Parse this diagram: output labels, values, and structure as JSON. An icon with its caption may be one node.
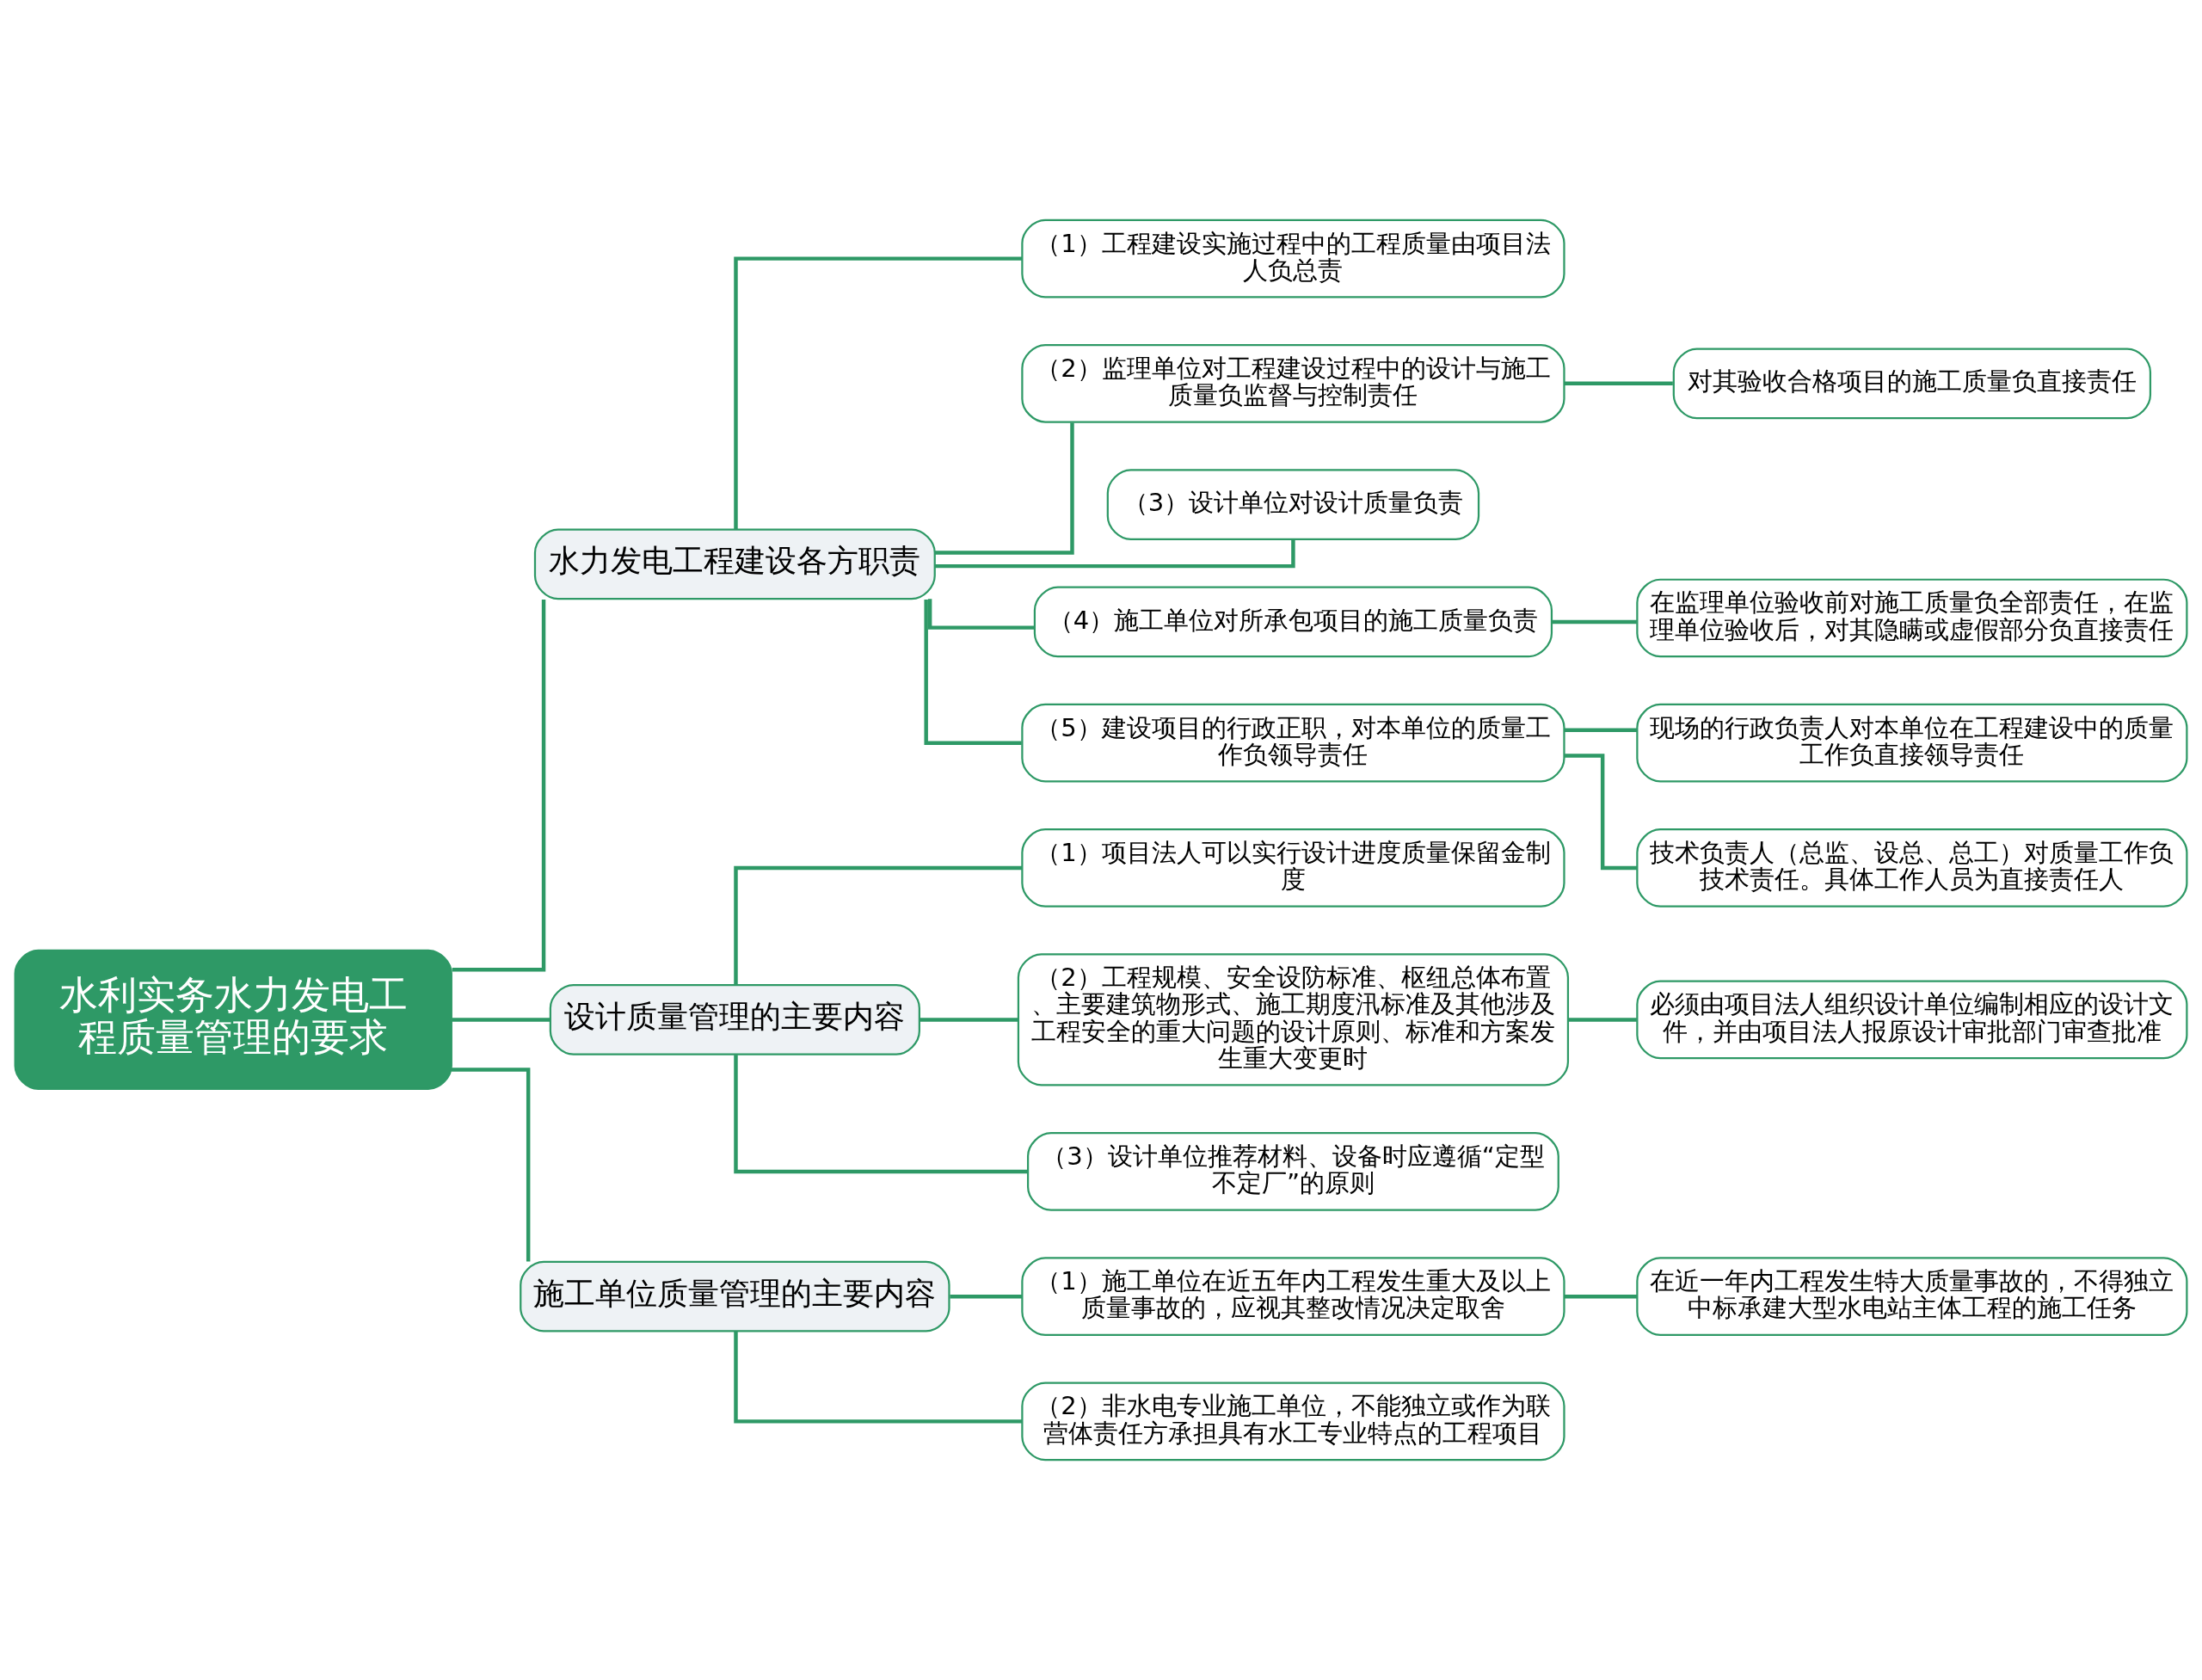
{
  "diagram": {
    "nodes": [
      {
        "text": [
          "水利实务水力发电工程质量管理的要求"
        ]
      },
      {
        "text": [
          "水力发电工程建设各方职责"
        ]
      },
      {
        "text": [
          "（1）工程建设实施过程中的工程质量由项目法人负总责"
        ]
      },
      {
        "text": [
          "（2）监理单位对工程建设过程中的设计与施工质量负监督与控制责任"
        ]
      },
      {
        "text": [
          "对其验收合格项目的施工质量负直接责任"
        ]
      },
      {
        "text": [
          "（3）设计单位对设计质量负责"
        ]
      },
      {
        "text": [
          "（4）施工单位对所承包项目的施工质量负责"
        ]
      },
      {
        "text": [
          "在监理单位验收前对施工质量负全部责任，在监理单位验收后，对其隐瞒或虚假部分负直接责任"
        ]
      },
      {
        "text": [
          "（5）建设项目的行政正职，对本单位的质量工作负领导责任"
        ]
      },
      {
        "text": [
          "现场的行政负责人对本单位在工程建设中的质量工作负直接领导责任"
        ]
      },
      {
        "text": [
          "技术负责人（总监、设总、总工）对质量工作负技术责任。具体工作人员为直接责任人"
        ]
      },
      {
        "text": [
          "设计质量管理的主要内容"
        ]
      },
      {
        "text": [
          "（1）项目法人可以实行设计进度质量保留金制度"
        ]
      },
      {
        "text": [
          "（2）工程规模、安全设防标准、枢纽总体布置、主要建筑物形式、施工期度汛标准及其他涉及工程安全的重大问题的设计原则、标准和方案发生重大变更时"
        ]
      },
      {
        "text": [
          "必须由项目法人组织设计单位编制相应的设计文件，并由项目法人报原设计审批部门审查批准"
        ]
      },
      {
        "text": [
          "（3）设计单位推荐材料、设备时应遵循“定型不定厂”的原则"
        ]
      },
      {
        "text": [
          "施工单位质量管理的主要内容"
        ]
      },
      {
        "text": [
          "（1）施工单位在近五年内工程发生重大及以上质量事故的，应视其整改情况决定取舍"
        ]
      },
      {
        "text": [
          "在近一年内工程发生特大质量事故的，不得独立中标承建大型水电站主体工程的施工任务"
        ]
      },
      {
        "text": [
          "（2）非水电专业施工单位，不能独立或作为联营体责任方承担具有水工专业特点的工程项目"
        ]
      }
    ],
    "edges": [
      {
        "from": 0,
        "to": 1,
        "arrow": "none"
      },
      {
        "from": 1,
        "to": 2,
        "arrow": "none"
      },
      {
        "from": 1,
        "to": 3,
        "arrow": "none"
      },
      {
        "from": 3,
        "to": 4,
        "arrow": "none"
      },
      {
        "from": 1,
        "to": 5,
        "arrow": "none"
      },
      {
        "from": 1,
        "to": 6,
        "arrow": "none"
      },
      {
        "from": 6,
        "to": 7,
        "arrow": "none"
      },
      {
        "from": 1,
        "to": 8,
        "arrow": "none"
      },
      {
        "from": 8,
        "to": 9,
        "arrow": "none"
      },
      {
        "from": 8,
        "to": 10,
        "arrow": "none"
      },
      {
        "from": 0,
        "to": 11,
        "arrow": "none"
      },
      {
        "from": 11,
        "to": 12,
        "arrow": "none"
      },
      {
        "from": 11,
        "to": 13,
        "arrow": "none"
      },
      {
        "from": 13,
        "to": 14,
        "arrow": "none"
      },
      {
        "from": 11,
        "to": 15,
        "arrow": "none"
      },
      {
        "from": 0,
        "to": 16,
        "arrow": "none"
      },
      {
        "from": 16,
        "to": 17,
        "arrow": "none"
      },
      {
        "from": 17,
        "to": 18,
        "arrow": "none"
      },
      {
        "from": 16,
        "to": 19,
        "arrow": "none"
      }
    ]
  }
}
